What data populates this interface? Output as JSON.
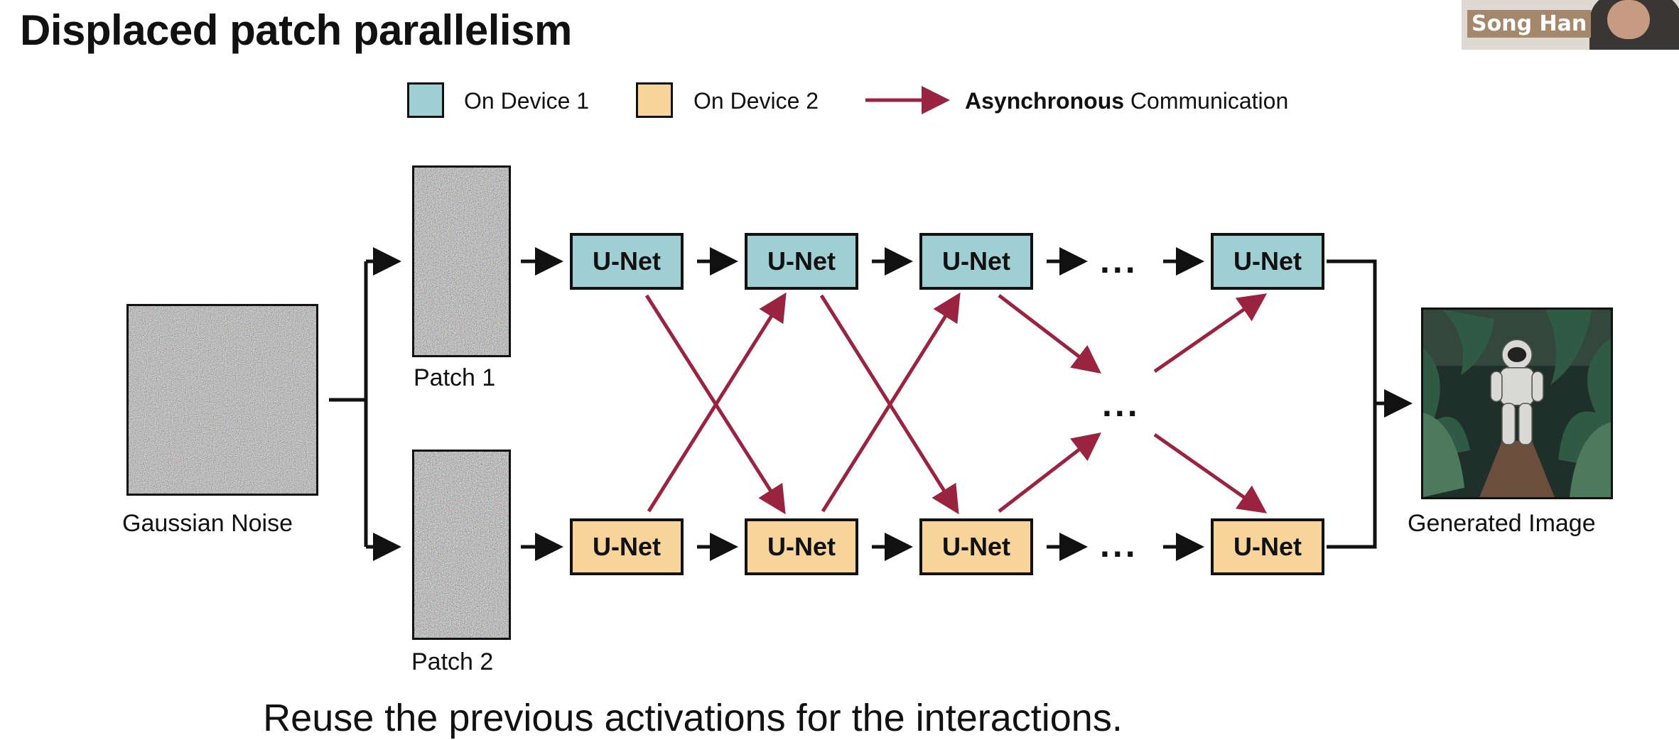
{
  "title": "Displaced patch parallelism",
  "webcam": {
    "name": "Song Han"
  },
  "legend": {
    "device1": {
      "label": "On Device 1",
      "color": "#9fcfd3"
    },
    "device2": {
      "label": "On Device 2",
      "color": "#f6d49a"
    },
    "comm": {
      "bold": "Asynchronous",
      "rest": " Communication",
      "color": "#9a2440"
    }
  },
  "input": {
    "label": "Gaussian Noise"
  },
  "patches": [
    {
      "label": "Patch 1"
    },
    {
      "label": "Patch 2"
    }
  ],
  "rows": [
    {
      "device": "device1",
      "nodes": [
        "U-Net",
        "U-Net",
        "U-Net",
        "U-Net"
      ],
      "ellipsis": "..."
    },
    {
      "device": "device2",
      "nodes": [
        "U-Net",
        "U-Net",
        "U-Net",
        "U-Net"
      ],
      "ellipsis": "..."
    }
  ],
  "middle_ellipsis": "...",
  "output": {
    "label": "Generated Image"
  },
  "caption": "Reuse the previous activations for the interactions."
}
